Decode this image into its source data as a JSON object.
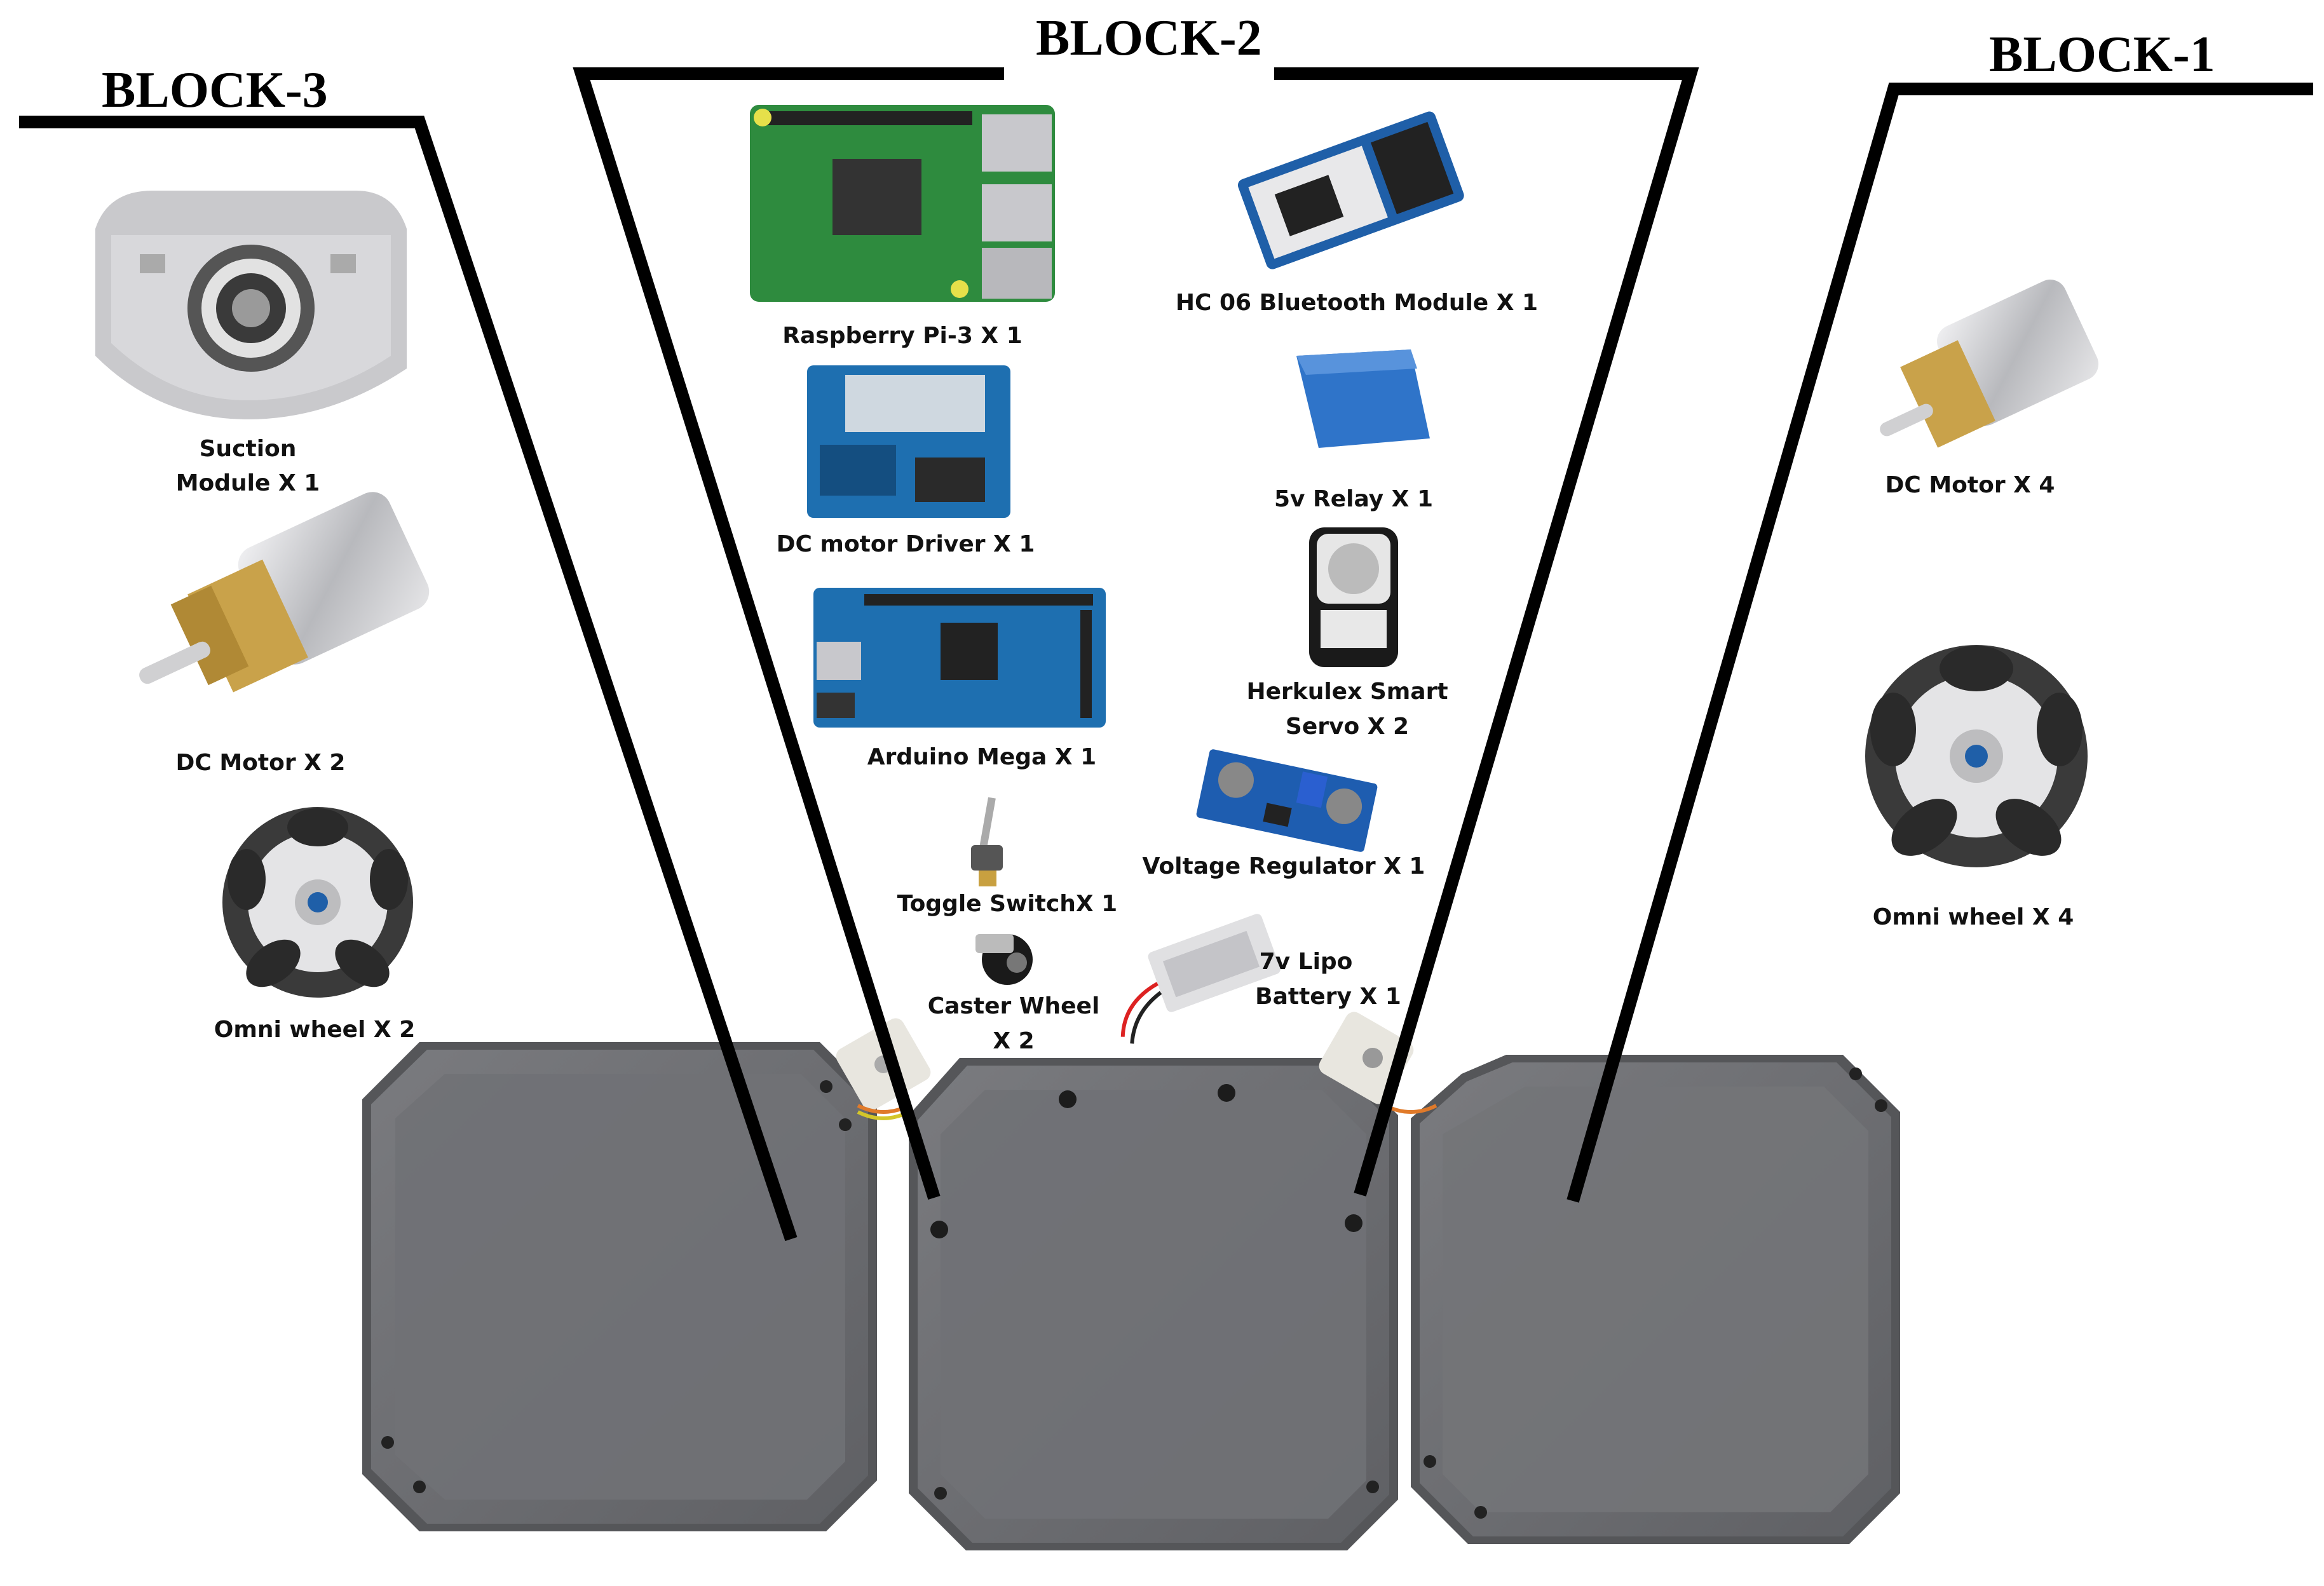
{
  "blocks": [
    {
      "id": "block-3",
      "title": "BLOCK-3"
    },
    {
      "id": "block-2",
      "title": "BLOCK-2"
    },
    {
      "id": "block-1",
      "title": "BLOCK-1"
    }
  ],
  "components": {
    "suction_module": {
      "line1": "Suction",
      "line2": "Module X 1",
      "icon": "suction-module-icon"
    },
    "dc_motor_b3": {
      "label": "DC Motor X 2",
      "icon": "dc-motor-icon"
    },
    "omni_wheel_b3": {
      "label": "Omni wheel X 2",
      "icon": "omni-wheel-icon"
    },
    "raspberry_pi": {
      "label": "Raspberry Pi-3 X 1",
      "icon": "raspberry-pi-board-icon"
    },
    "dc_motor_driver": {
      "label": "DC motor Driver X 1",
      "icon": "motor-driver-board-icon"
    },
    "arduino_mega": {
      "label": "Arduino Mega X 1",
      "icon": "arduino-mega-board-icon"
    },
    "toggle_switch": {
      "label": "Toggle SwitchX 1",
      "icon": "toggle-switch-icon"
    },
    "caster_wheel": {
      "line1": "Caster Wheel",
      "line2": "X 2",
      "icon": "caster-wheel-icon"
    },
    "bluetooth": {
      "label": "HC 06 Bluetooth Module  X 1",
      "icon": "bluetooth-module-icon"
    },
    "relay": {
      "label": "5v Relay X 1",
      "icon": "relay-icon"
    },
    "servo": {
      "line1": "Herkulex Smart",
      "line2": "Servo X 2",
      "icon": "smart-servo-icon"
    },
    "voltage_regulator": {
      "label": "Voltage Regulator  X 1",
      "icon": "voltage-regulator-icon"
    },
    "lipo_battery": {
      "line1": "7v Lipo",
      "line2": "Battery X 1",
      "icon": "lipo-battery-icon"
    },
    "dc_motor_b1": {
      "label": "DC Motor  X 4",
      "icon": "dc-motor-icon"
    },
    "omni_wheel_b1": {
      "label": "Omni wheel X 4",
      "icon": "omni-wheel-icon"
    }
  },
  "colors": {
    "module_body": "#67686b",
    "module_face": "#737478",
    "board_green": "#2e8b3e",
    "board_blue": "#1e6fb0",
    "relay_blue": "#2f74c9",
    "brass": "#c9a24a",
    "metal": "#c8c8cc"
  }
}
